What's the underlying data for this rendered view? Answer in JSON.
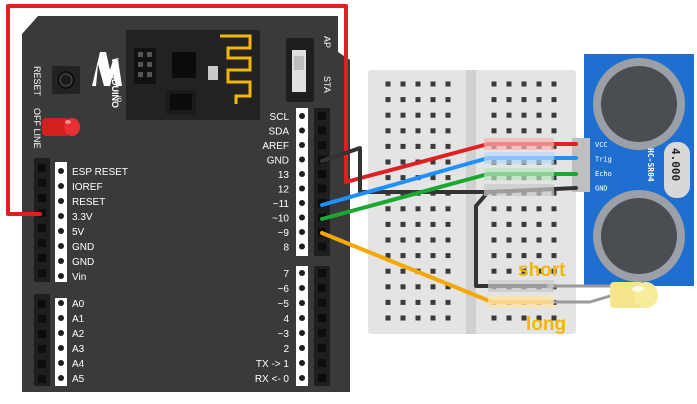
{
  "board": {
    "brand": "WEBDUINO",
    "brand_sub": "IO",
    "reset_label": "RESET",
    "offline_label": "OFF LINE",
    "switch_ap": "AP",
    "switch_sta": "STA",
    "right_pins": [
      "SCL",
      "SDA",
      "AREF",
      "GND",
      "13",
      "12",
      "~11",
      "~10",
      "~9",
      "8"
    ],
    "right_pins2": [
      "7",
      "~6",
      "~5",
      "4",
      "~3",
      "2",
      "TX -> 1",
      "RX <- 0"
    ],
    "left_pins": [
      "ESP RESET",
      "IOREF",
      "RESET",
      "3.3V",
      "5V",
      "GND",
      "GND",
      "Vin"
    ],
    "analog_pins": [
      "A0",
      "A1",
      "A2",
      "A3",
      "A4",
      "A5"
    ]
  },
  "sensor": {
    "name": "HC-SR04",
    "crystal": "4.000",
    "pins": [
      "VCC",
      "Trig",
      "Echo",
      "GND"
    ]
  },
  "led": {
    "short_label": "short",
    "long_label": "long"
  },
  "colors": {
    "board": "#3a3a3a",
    "wire_red": "#e02020",
    "wire_blue": "#1e90ff",
    "wire_green": "#1aa830",
    "wire_black": "#333333",
    "wire_orange": "#f5a800",
    "sensor_blue": "#1f6fd1",
    "label_yellow": "#f2b705"
  }
}
